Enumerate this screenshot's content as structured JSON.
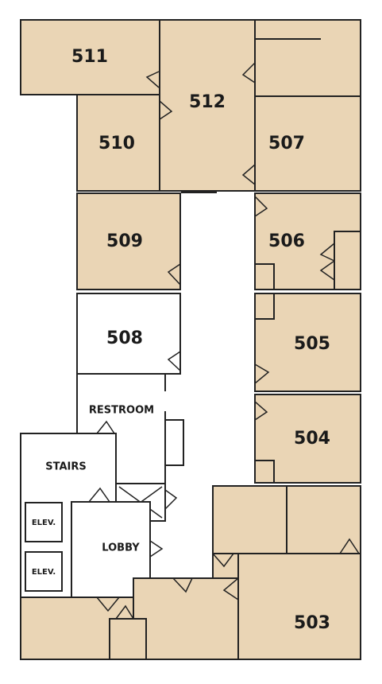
{
  "rooms": {
    "r511": "511",
    "r512": "512",
    "r510": "510",
    "r507": "507",
    "r509": "509",
    "r506": "506",
    "r508": "508",
    "r505": "505",
    "r504": "504",
    "r503": "503"
  },
  "areas": {
    "restroom": "RESTROOM",
    "stairs": "STAIRS",
    "elev1": "ELEV.",
    "elev2": "ELEV.",
    "lobby": "LOBBY"
  },
  "colors": {
    "room_fill": "#ead5b5",
    "wall": "#222222",
    "corridor": "#ffffff"
  }
}
